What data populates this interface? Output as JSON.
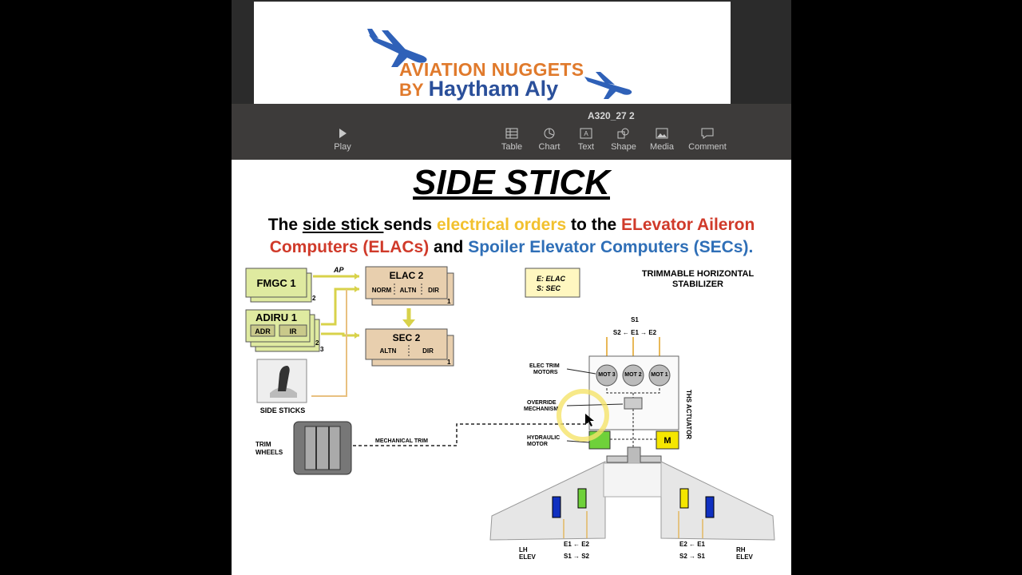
{
  "banner": {
    "line1": "AVIATION NUGGETS",
    "by": "BY",
    "line2": "Haytham Aly"
  },
  "toolbar": {
    "doc_title": "A320_27 2",
    "play": "Play",
    "table": "Table",
    "chart": "Chart",
    "text": "Text",
    "shape": "Shape",
    "media": "Media",
    "comment": "Comment"
  },
  "slide": {
    "title": "SIDE STICK",
    "sub": {
      "p1": "The ",
      "p2": "side stick ",
      "p3": "sends ",
      "p4": "electrical orders",
      "p5": " to the ",
      "p6": "ELevator Aileron",
      "p7": "Computers (ELACs)",
      "p8": " and ",
      "p9": "Spoiler Elevator Computers (SECs)."
    }
  },
  "diagram": {
    "fmgc": "FMGC 1",
    "adiru": "ADIRU 1",
    "adr": "ADR",
    "ir": "IR",
    "ap": "AP",
    "elac": "ELAC 2",
    "norm": "NORM",
    "altn": "ALTN",
    "dir": "DIR",
    "sec": "SEC 2",
    "sec_altn": "ALTN",
    "sec_dir": "DIR",
    "n2a": "2",
    "n2b": "2",
    "n3": "3",
    "n1a": "1",
    "n1b": "1",
    "legend1": "E: ELAC",
    "legend2": "S: SEC",
    "ths_title1": "TRIMMABLE HORIZONTAL",
    "ths_title2": "STABILIZER",
    "side_sticks": "SIDE STICKS",
    "trim_wheels1": "TRIM",
    "trim_wheels2": "WHEELS",
    "mech_trim": "MECHANICAL TRIM",
    "s1_top": "S1",
    "s2e1e2": "S2 ← E1 → E2",
    "elec_trim1": "ELEC TRIM",
    "elec_trim2": "MOTORS",
    "mot3": "MOT 3",
    "mot2": "MOT 2",
    "mot1": "MOT 1",
    "override1": "OVERRIDE",
    "override2": "MECHANISM",
    "hyd1": "HYDRAULIC",
    "hyd2": "MOTOR",
    "m_right": "M",
    "ths_actuator": "THS ACTUATOR",
    "lh1": "LH",
    "lh2": "ELEV",
    "rh1": "RH",
    "rh2": "ELEV",
    "lh_e": "E1 ← E2",
    "lh_s": "S1 → S2",
    "rh_e": "E2 ← E1",
    "rh_s": "S2 → S1"
  },
  "colors": {
    "box_green": "#dfeaa0",
    "box_tan": "#e8cfae",
    "actuator_green": "#6fd13a",
    "actuator_yellow": "#f5e600",
    "highlight_circle": "#f5e46a"
  }
}
